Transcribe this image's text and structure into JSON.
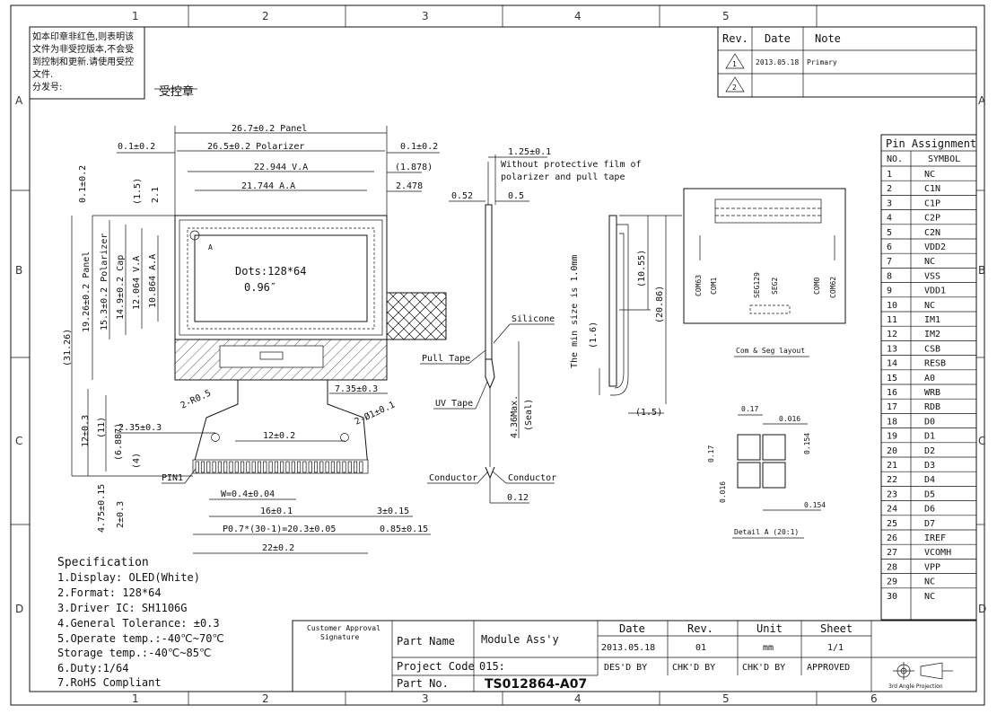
{
  "zones": {
    "top": [
      "1",
      "2",
      "3",
      "4",
      "5"
    ],
    "bottom": [
      "1",
      "2",
      "3",
      "4",
      "5",
      "6"
    ],
    "side": [
      "A",
      "B",
      "C",
      "D"
    ]
  },
  "notice": {
    "lines": [
      "如本印章非红色,则表明该",
      "文件为非受控版本,不会受",
      "到控制和更新.请使用受控",
      "文件.",
      "分发号:"
    ],
    "stamp": "受控章"
  },
  "revision": {
    "headers": [
      "Rev.",
      "Date",
      "Note"
    ],
    "rows": [
      {
        "rev": "1",
        "date": "2013.05.18",
        "note": "Primary"
      },
      {
        "rev": "2",
        "date": "",
        "note": ""
      }
    ]
  },
  "front_view": {
    "dots": "Dots:128*64",
    "size": "0.96″",
    "mark_a": "A",
    "pin1": "PIN1",
    "dims": {
      "panel_w": "26.7±0.2 Panel",
      "polarizer_w": "26.5±0.2 Polarizer",
      "va_w": "22.944 V.A",
      "aa_w": "21.744 A.A",
      "left_gap": "0.1±0.2",
      "right_gap": "0.1±0.2",
      "right_1878": "(1.878)",
      "right_2478": "2.478",
      "top_01": "0.1±0.2",
      "top_15": "(1.5)",
      "top_21": "2.1",
      "panel_h": "19.26±0.2 Panel",
      "pol_h": "15.3±0.2 Polarizer",
      "cap_h": "14.9±0.2 Cap",
      "va_h": "12.064 V.A",
      "aa_h": "10.864 A.A",
      "total_h": "(31.26)",
      "h_12": "12±0.3",
      "h_11": "(11)",
      "h_6887": "(6.887)",
      "h_4": "(4)",
      "h_475": "4.75±0.15",
      "h_2": "2±0.3",
      "r05": "2-R0.5",
      "phi1": "2-Ø1±0.1",
      "d735": "7.35±0.3",
      "d235": "2.35±0.3",
      "d12": "12±0.2",
      "w04": "W=0.4±0.04",
      "d16": "16±0.1",
      "d3": "3±0.15",
      "pitch": "P0.7*(30-1)=20.3±0.05",
      "d085": "0.85±0.15",
      "d22": "22±0.2"
    }
  },
  "side_view": {
    "t125": "1.25±0.1",
    "note1": "Without protective film of",
    "note2": "polarizer and pull tape",
    "t052": "0.52",
    "t05": "0.5",
    "silicone": "Silicone",
    "pull_tape": "Pull Tape",
    "uv_tape": "UV Tape",
    "seal1": "4.36Max.",
    "seal2": "(Seal)",
    "conductor_l": "Conductor",
    "conductor_r": "Conductor",
    "t012": "0.12"
  },
  "bend_view": {
    "min_size": "The min size is 1.0mm",
    "d1055": "(10.55)",
    "d2086": "(20.86)",
    "d16": "(1.6)",
    "d15": "(1.5)"
  },
  "com_seg": {
    "labels": [
      "COM63",
      "COM1",
      "SEG129",
      "SEG2",
      "COM0",
      "COM62"
    ],
    "caption": "Com & Seg layout"
  },
  "detail": {
    "d017a": "0.17",
    "d0016a": "0.016",
    "d017b": "0.17",
    "d0154a": "0.154",
    "d0016b": "0.016",
    "d0154b": "0.154",
    "caption": "Detail A (20:1)"
  },
  "pins": {
    "title": "Pin Assignment",
    "headers": [
      "NO.",
      "SYMBOL"
    ],
    "rows": [
      [
        "1",
        "NC"
      ],
      [
        "2",
        "C1N"
      ],
      [
        "3",
        "C1P"
      ],
      [
        "4",
        "C2P"
      ],
      [
        "5",
        "C2N"
      ],
      [
        "6",
        "VDD2"
      ],
      [
        "7",
        "NC"
      ],
      [
        "8",
        "VSS"
      ],
      [
        "9",
        "VDD1"
      ],
      [
        "10",
        "NC"
      ],
      [
        "11",
        "IM1"
      ],
      [
        "12",
        "IM2"
      ],
      [
        "13",
        "CSB"
      ],
      [
        "14",
        "RESB"
      ],
      [
        "15",
        "A0"
      ],
      [
        "16",
        "WRB"
      ],
      [
        "17",
        "RDB"
      ],
      [
        "18",
        "D0"
      ],
      [
        "19",
        "D1"
      ],
      [
        "20",
        "D2"
      ],
      [
        "21",
        "D3"
      ],
      [
        "22",
        "D4"
      ],
      [
        "23",
        "D5"
      ],
      [
        "24",
        "D6"
      ],
      [
        "25",
        "D7"
      ],
      [
        "26",
        "IREF"
      ],
      [
        "27",
        "VCOMH"
      ],
      [
        "28",
        "VPP"
      ],
      [
        "29",
        "NC"
      ],
      [
        "30",
        "NC"
      ]
    ]
  },
  "specification": {
    "title": "Specification",
    "items": [
      "1.Display: OLED(White)",
      "2.Format:  128*64",
      "3.Driver IC: SH1106G",
      "4.General Tolerance:  ±0.3",
      "5.Operate temp.:-40℃~70℃",
      "  Storage temp.:-40℃~85℃",
      "6.Duty:1/64",
      "7.RoHS Compliant"
    ]
  },
  "title_block": {
    "customer1": "Customer Approval",
    "customer2": "Signature",
    "part_name_label": "Part Name",
    "part_name": "Module Ass'y",
    "project_code_label": "Project Code",
    "project_code": "015:",
    "part_no_label": "Part No.",
    "part_no": "TS012864-A07",
    "heads": [
      "Date",
      "Rev.",
      "Unit",
      "Sheet"
    ],
    "vals": [
      "2013.05.18",
      "01",
      "mm",
      "1/1"
    ],
    "roles": [
      "DES'D BY",
      "CHK'D BY",
      "CHK'D BY",
      "APPROVED"
    ],
    "projection": "3rd Angle Projection"
  }
}
